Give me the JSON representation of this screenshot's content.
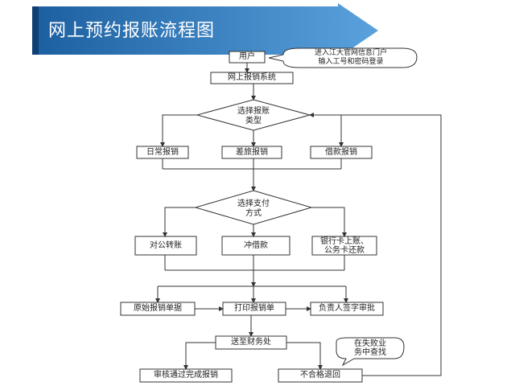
{
  "title": "网上预约报账流程图",
  "nodes": {
    "user": "用户",
    "system": "网上报销系统",
    "choose_type_line1": "选择报账",
    "choose_type_line2": "类型",
    "daily": "日常报销",
    "travel": "差旅报销",
    "loan": "借款报销",
    "choose_pay_line1": "选择支付",
    "choose_pay_line2": "方式",
    "corporate": "对公转账",
    "offset_loan": "冲借款",
    "bank_line1": "银行卡上账、",
    "bank_line2": "公务卡还款",
    "original_docs": "原始报销单据",
    "print_form": "打印报销单",
    "sign": "负责人签字审批",
    "send_finance": "送至财务处",
    "approved": "审核通过完成报销",
    "rejected": "不合格退回"
  },
  "callouts": {
    "login_line1": "进入江大官网信息门户",
    "login_line2": "输入工号和密码登录",
    "failed_line1": "在失败业",
    "failed_line2": "务中查找"
  },
  "colors": {
    "banner_dark": "#1c5fa0",
    "banner_light": "#5aa2dd",
    "line": "#333333"
  }
}
